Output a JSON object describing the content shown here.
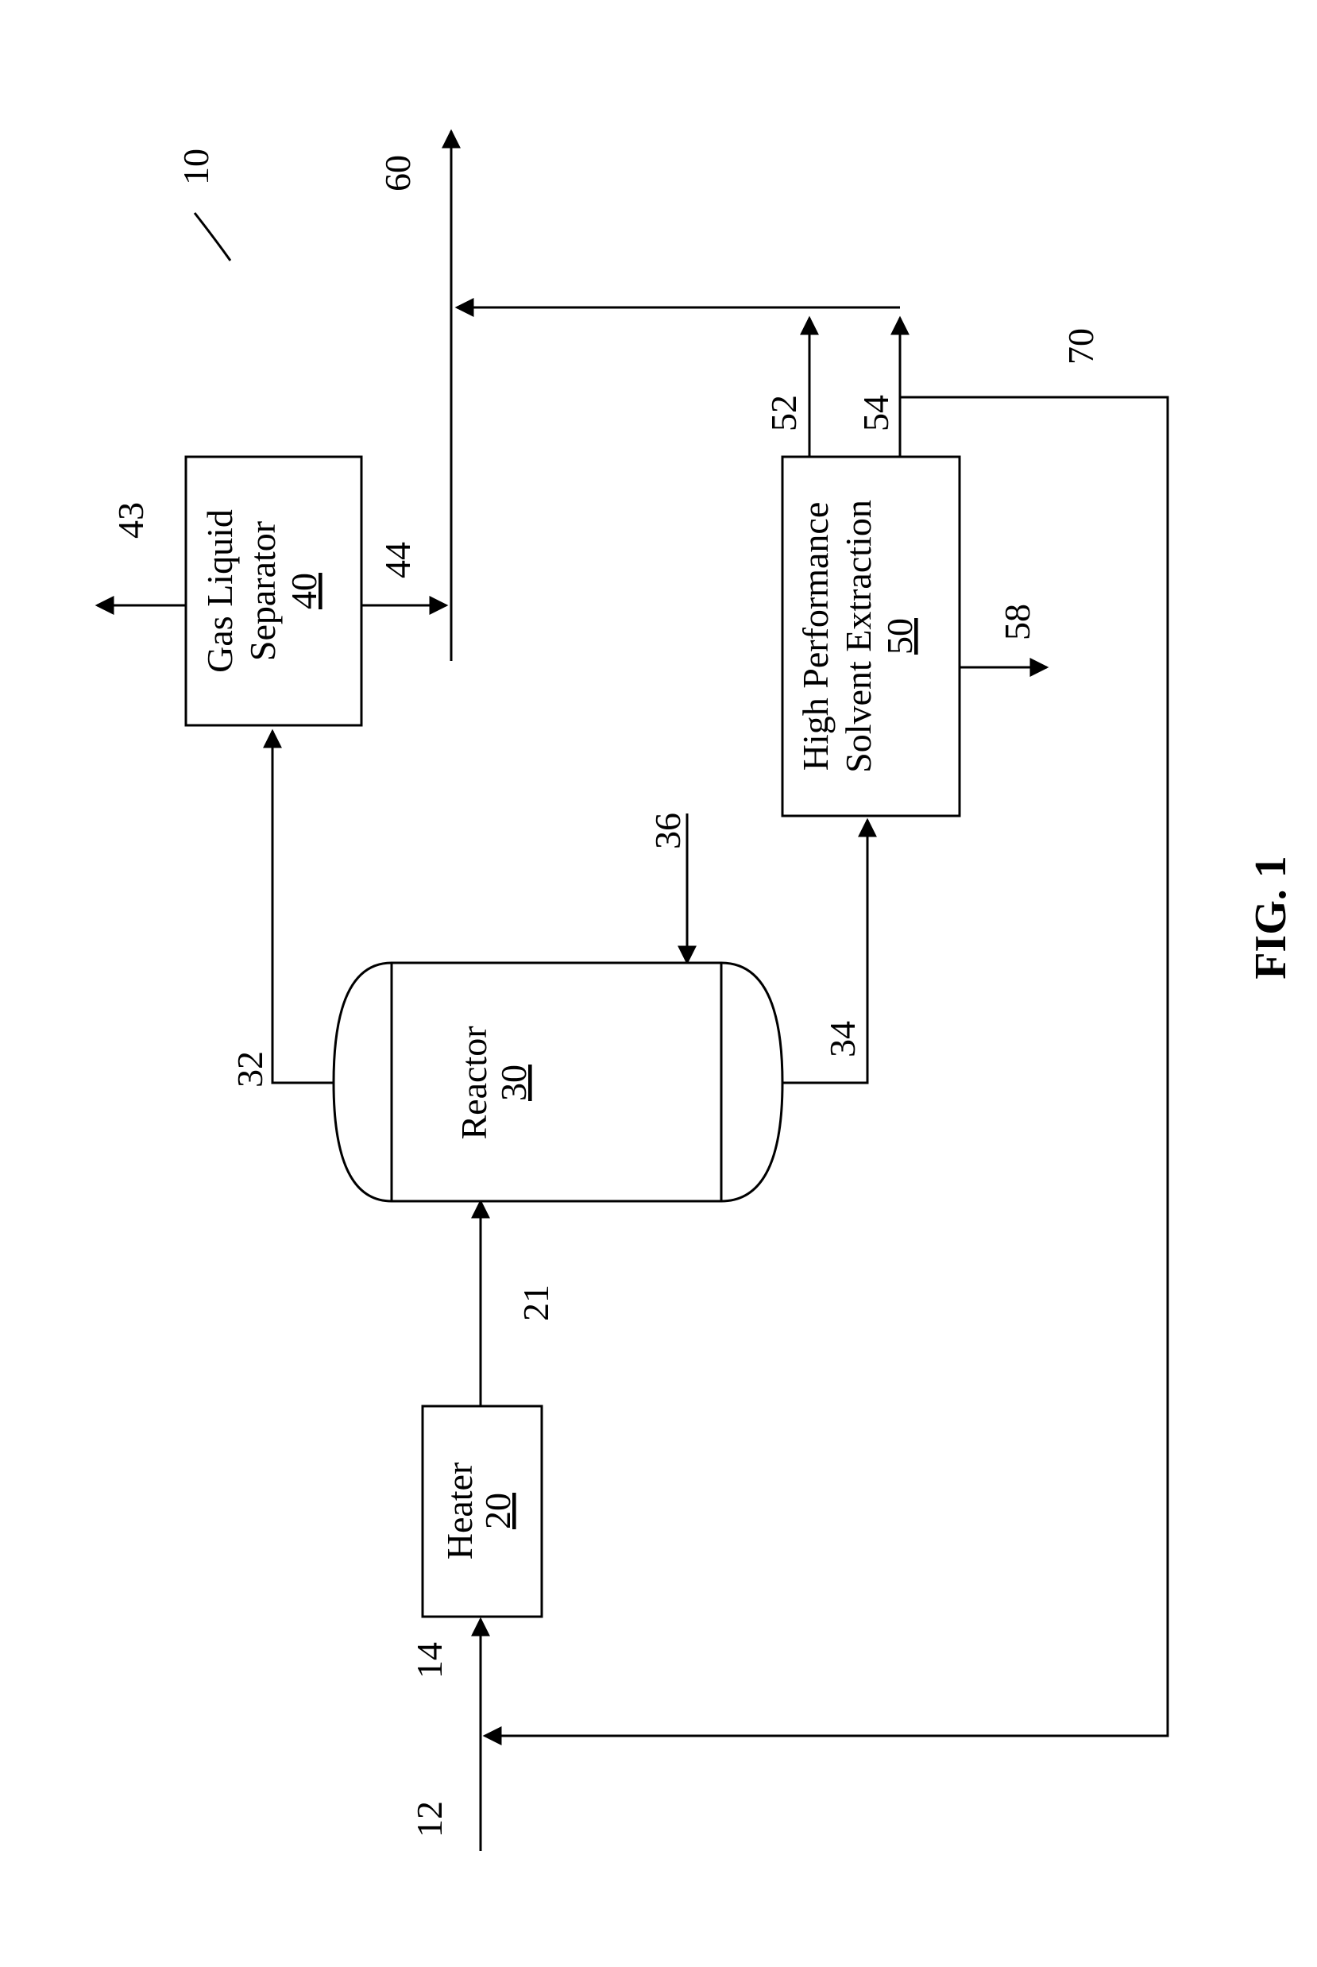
{
  "figure_label": "FIG. 1",
  "system_ref": "10",
  "blocks": {
    "heater": {
      "name": "Heater",
      "ref": "20"
    },
    "reactor": {
      "name": "Reactor",
      "ref": "30"
    },
    "separator": {
      "line1": "Gas Liquid",
      "line2": "Separator",
      "ref": "40"
    },
    "extraction": {
      "line1": "High Performance",
      "line2": "Solvent Extraction",
      "ref": "50"
    }
  },
  "streams": {
    "s12": "12",
    "s14": "14",
    "s21": "21",
    "s32": "32",
    "s34": "34",
    "s36": "36",
    "s43": "43",
    "s44": "44",
    "s52": "52",
    "s54": "54",
    "s58": "58",
    "s60": "60",
    "s70": "70"
  }
}
